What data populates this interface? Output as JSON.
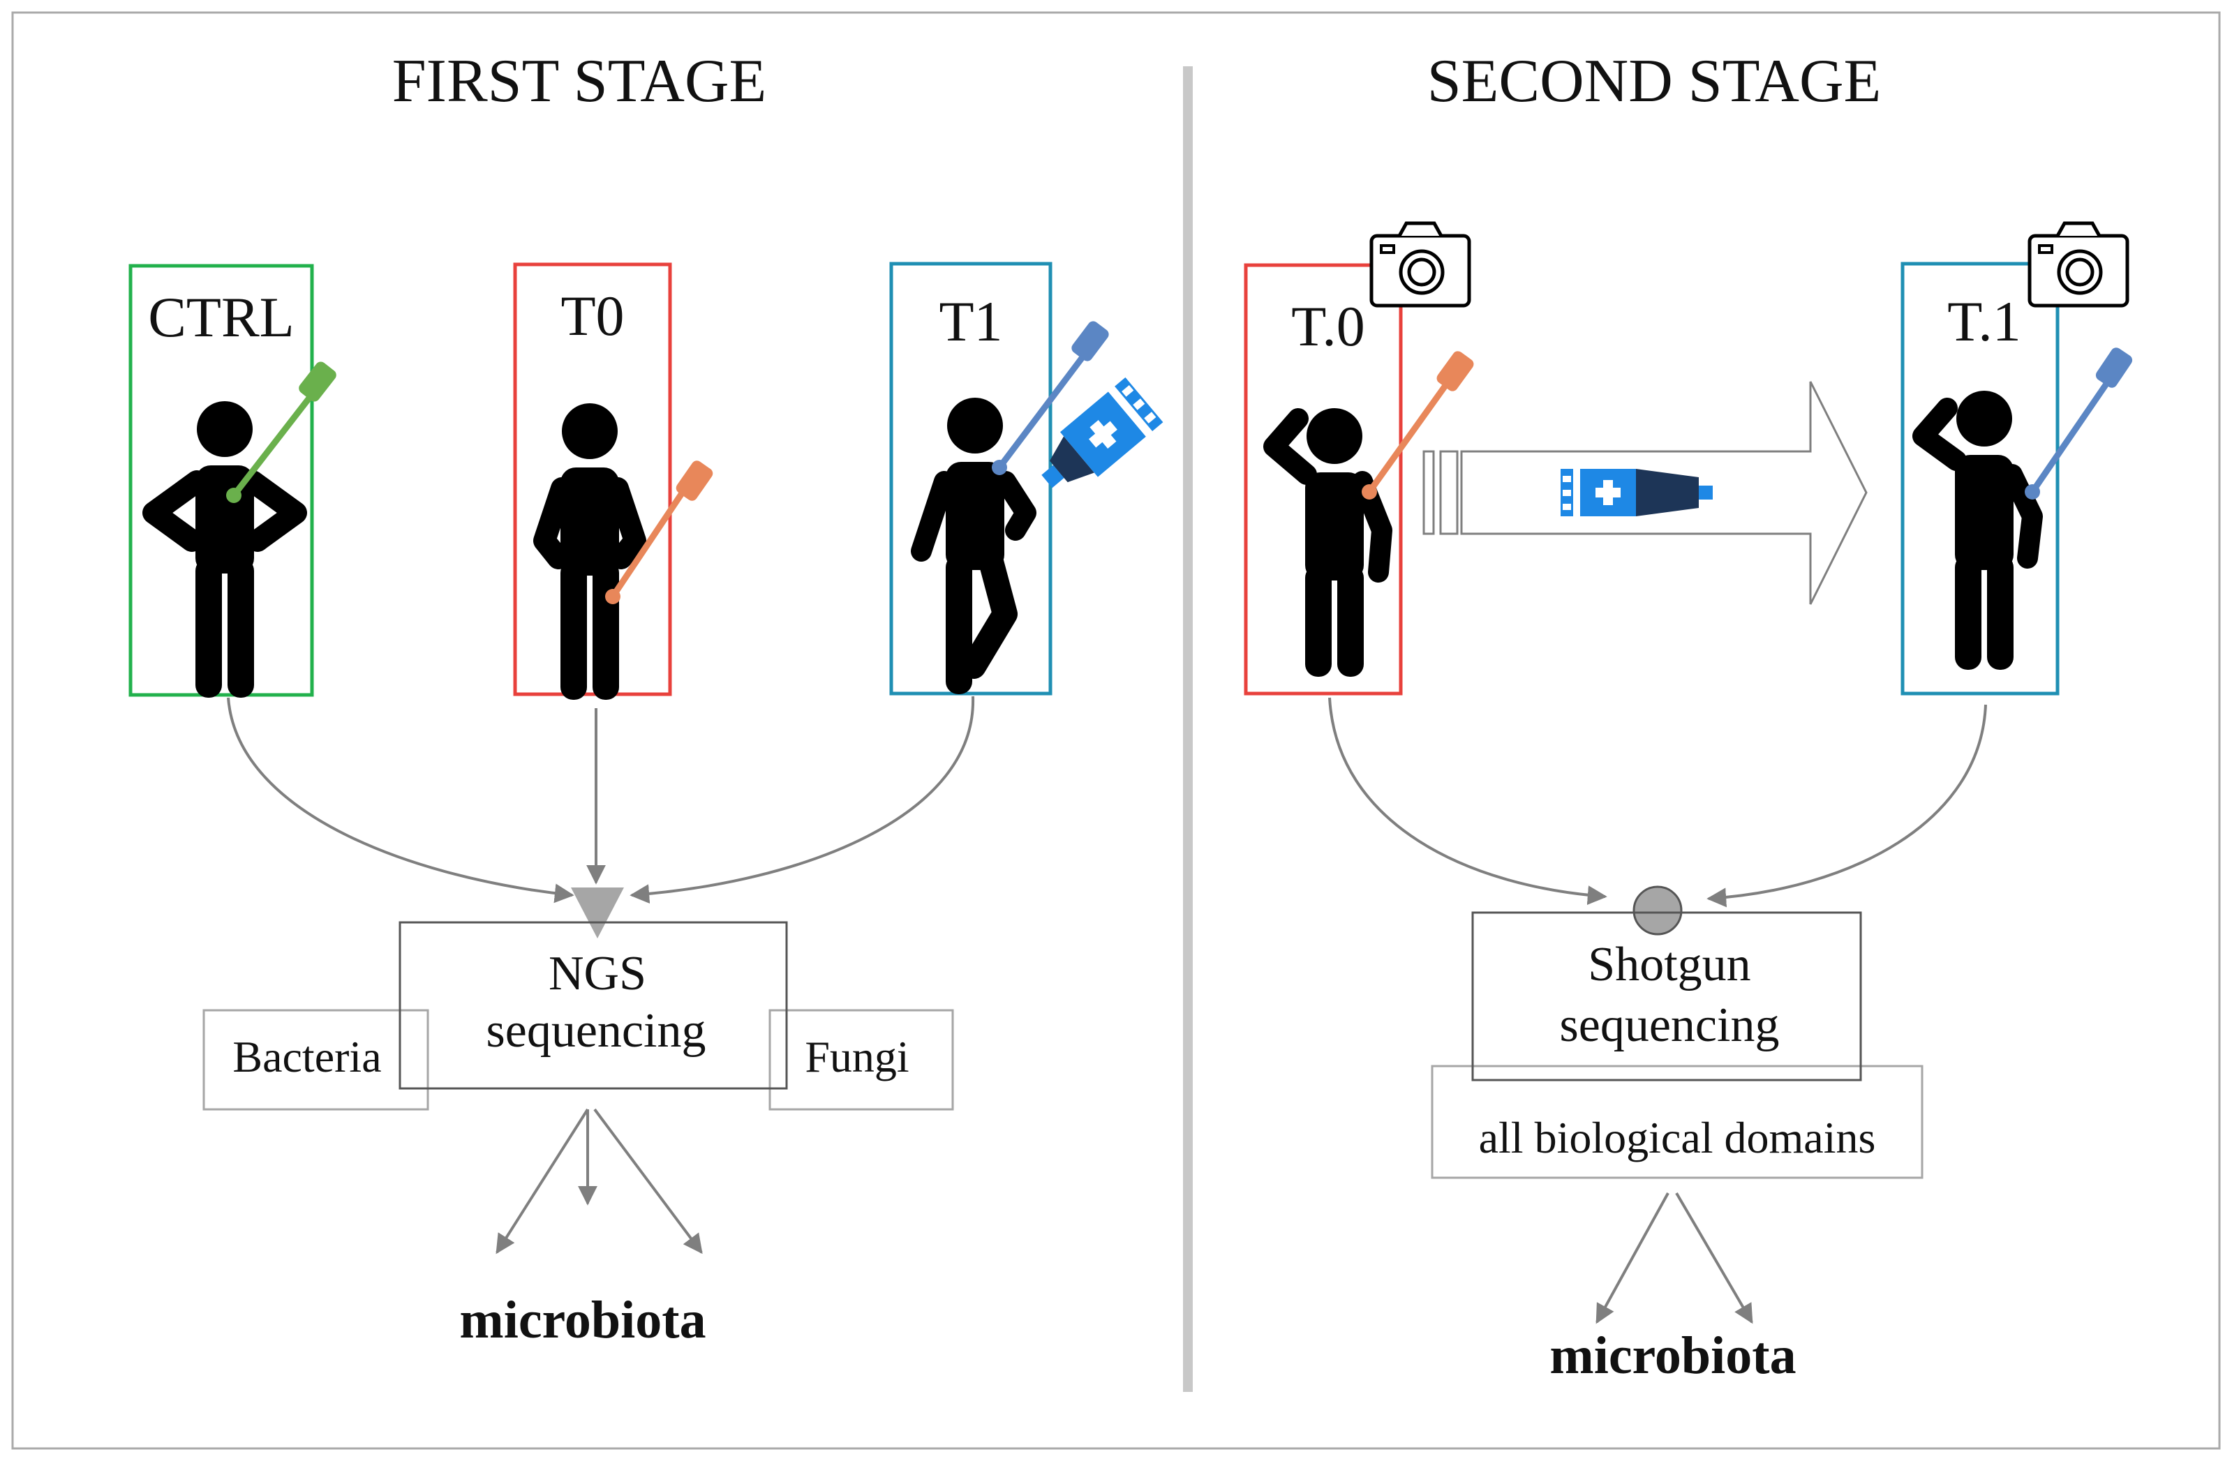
{
  "first_stage": {
    "title": "FIRST STAGE",
    "groups": [
      "CTRL",
      "T0",
      "T1"
    ],
    "method": "NGS sequencing",
    "method_line1": "NGS",
    "method_line2": "sequencing",
    "targets": [
      "Bacteria",
      "Fungi"
    ],
    "result": "microbiota"
  },
  "second_stage": {
    "title": "SECOND STAGE",
    "groups": [
      "T.0",
      "T.1"
    ],
    "method_line1": "Shotgun",
    "method_line2": "sequencing",
    "target": "all biological domains",
    "result": "microbiota"
  },
  "colors": {
    "ctrl": "#22b14c",
    "t0": "#e8413c",
    "t1": "#1f8fb3",
    "swab_green": "#6ab04c",
    "swab_orange": "#e8875a",
    "swab_blue": "#5b86c4",
    "cream_blue": "#1e88e5",
    "cream_dark": "#1d3557",
    "arrow_gray": "#7f7f7f",
    "divider": "#c8c8c8"
  },
  "icons": [
    "person-icon",
    "swab-icon",
    "cream-tube-icon",
    "camera-icon"
  ]
}
